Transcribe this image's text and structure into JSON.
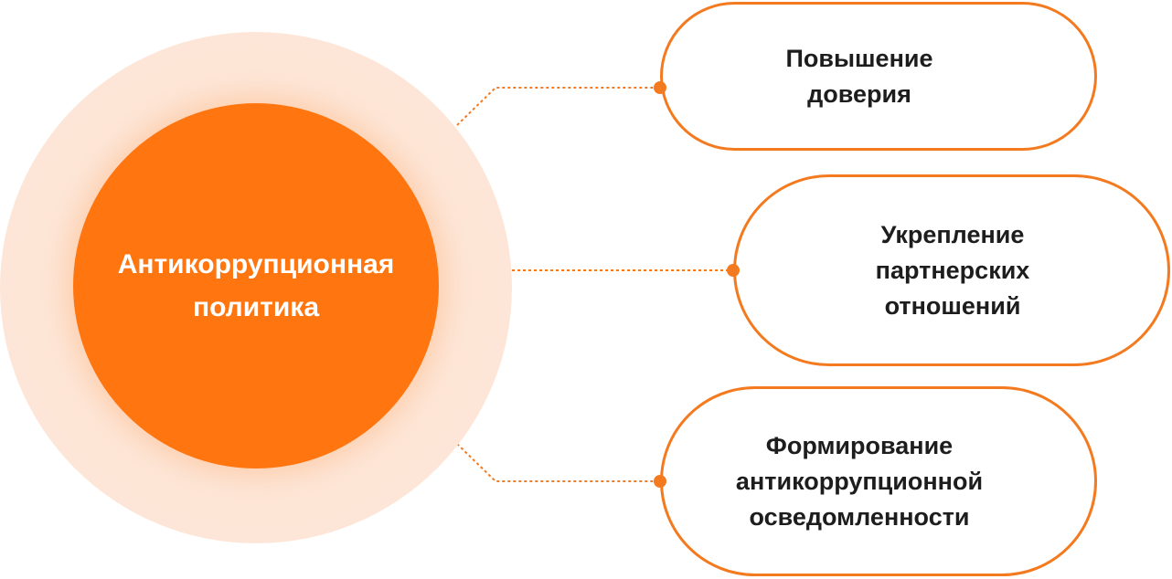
{
  "center": {
    "line1": "Антикоррупционная",
    "line2": "политика"
  },
  "branches": [
    {
      "lines": [
        "Повышение",
        "доверия"
      ]
    },
    {
      "lines": [
        "Укрепление",
        "партнерских",
        "отношений"
      ]
    },
    {
      "lines": [
        "Формирование",
        "антикоррупционной",
        "осведомленности"
      ]
    }
  ],
  "colors": {
    "accent": "#ff7610",
    "outline": "#f47a1f",
    "halo": "#fde6d7",
    "text_dark": "#1d1d1d",
    "text_light": "#ffffff"
  }
}
